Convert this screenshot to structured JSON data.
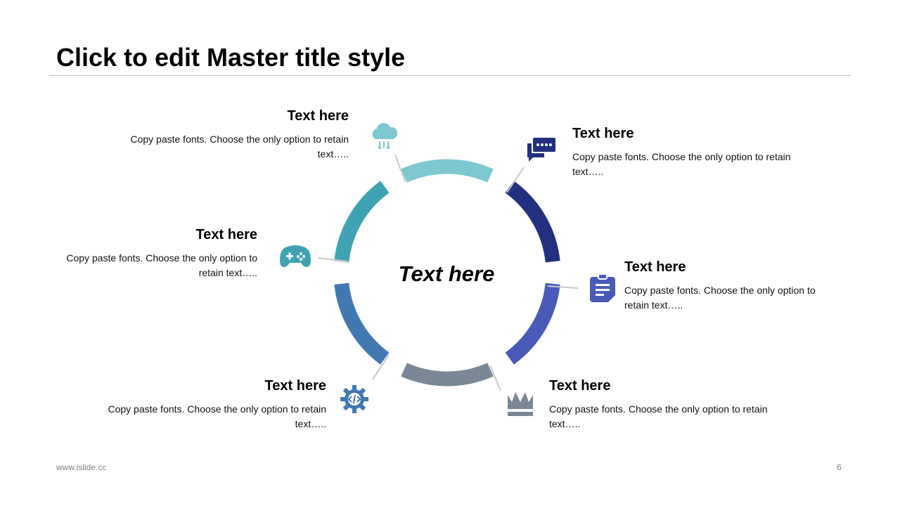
{
  "slide": {
    "title": "Click to edit Master title style",
    "center_label": "Text here",
    "footer_url": "www.islide.cc",
    "page_number": "6"
  },
  "segments": [
    {
      "id": "top",
      "color": "#7cc7d0",
      "icon": "cloud-computing-icon"
    },
    {
      "id": "upper-right",
      "color": "#22307f",
      "icon": "chat-message-icon"
    },
    {
      "id": "lower-right",
      "color": "#4a5ab9",
      "icon": "clipboard-note-icon"
    },
    {
      "id": "bottom",
      "color": "#7a8796",
      "icon": "crown-award-icon"
    },
    {
      "id": "lower-left",
      "color": "#4278b0",
      "icon": "code-gear-icon"
    },
    {
      "id": "upper-left",
      "color": "#40a3b3",
      "icon": "gamepad-icon"
    }
  ],
  "items": [
    {
      "heading": "Text here",
      "body": "Copy paste fonts. Choose the only option to retain text….."
    },
    {
      "heading": "Text here",
      "body": "Copy paste fonts. Choose the only option to retain text….."
    },
    {
      "heading": "Text here",
      "body": "Copy paste fonts. Choose the only option to retain text….."
    },
    {
      "heading": "Text here",
      "body": "Copy paste fonts. Choose the only option to retain text….."
    },
    {
      "heading": "Text here",
      "body": "Copy paste fonts. Choose the only option to retain text….."
    },
    {
      "heading": "Text here",
      "body": "Copy paste fonts. Choose the only option to retain text….."
    }
  ]
}
